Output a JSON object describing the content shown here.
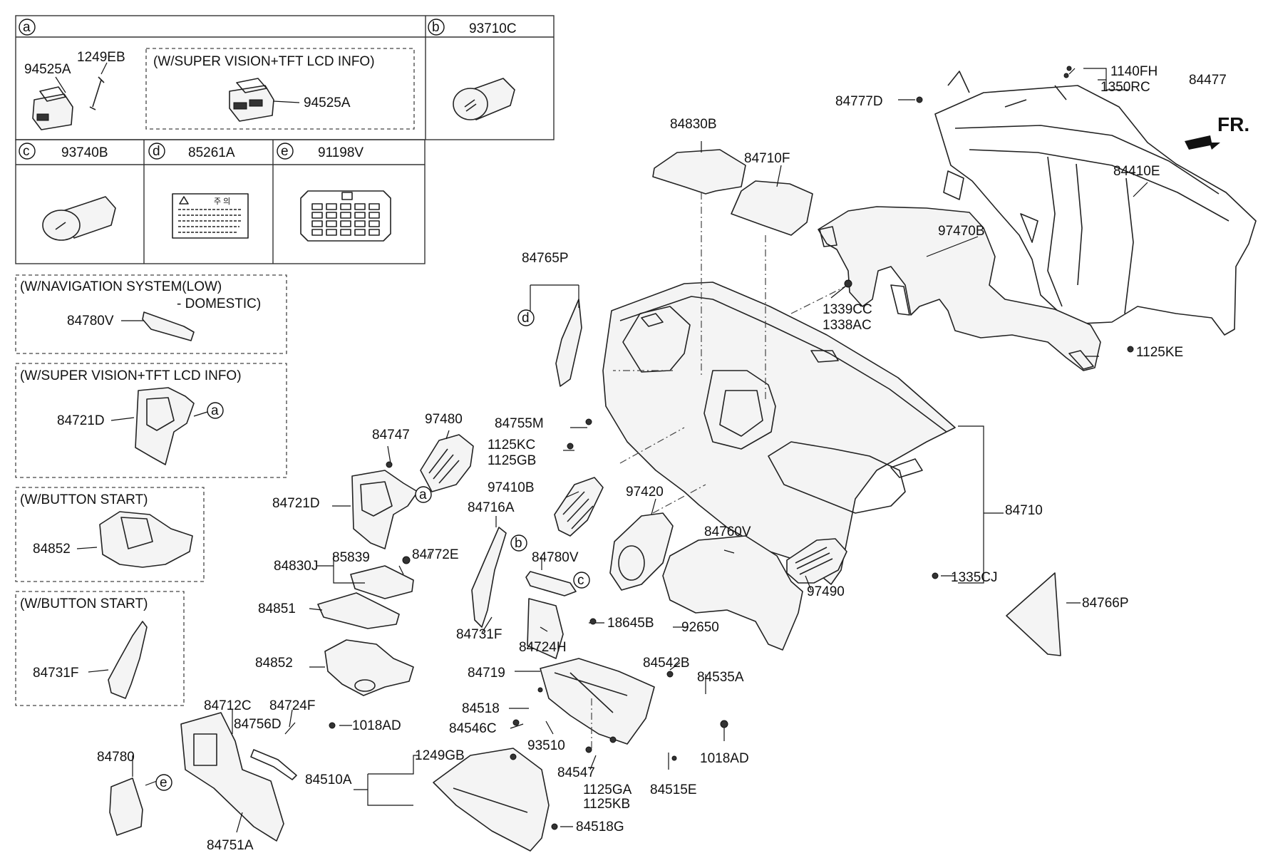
{
  "legend": {
    "a": "a",
    "b": "b",
    "c": "c",
    "d": "d",
    "e": "e",
    "b_part": "93710C",
    "c_part": "93740B",
    "d_part": "85261A",
    "e_part": "91198V",
    "a_1249eb": "1249EB",
    "a_94525a_left": "94525A",
    "a_94525a_right": "94525A",
    "a_option": "(W/SUPER VISION+TFT LCD INFO)"
  },
  "variants": {
    "nav_title_1": "(W/NAVIGATION SYSTEM(LOW)",
    "nav_title_2": "- DOMESTIC)",
    "nav_part": "84780V",
    "sv_title": "(W/SUPER VISION+TFT LCD INFO)",
    "sv_part": "84721D",
    "sv_ref": "a",
    "bs1_title": "(W/BUTTON START)",
    "bs1_part": "84852",
    "bs2_title": "(W/BUTTON START)",
    "bs2_part": "84731F"
  },
  "front_marker": "FR.",
  "callouts": [
    {
      "id": "84777D",
      "text": "84777D"
    },
    {
      "id": "1140FH",
      "text": "1140FH"
    },
    {
      "id": "1350RC",
      "text": "1350RC"
    },
    {
      "id": "84477",
      "text": "84477"
    },
    {
      "id": "84830B",
      "text": "84830B"
    },
    {
      "id": "84710F",
      "text": "84710F"
    },
    {
      "id": "84410E",
      "text": "84410E"
    },
    {
      "id": "97470B",
      "text": "97470B"
    },
    {
      "id": "1339CC",
      "text": "1339CC"
    },
    {
      "id": "1338AC",
      "text": "1338AC"
    },
    {
      "id": "1125KE",
      "text": "1125KE"
    },
    {
      "id": "84765P",
      "text": "84765P"
    },
    {
      "id": "84755M",
      "text": "84755M"
    },
    {
      "id": "1125KC",
      "text": "1125KC"
    },
    {
      "id": "1125GB",
      "text": "1125GB"
    },
    {
      "id": "84747",
      "text": "84747"
    },
    {
      "id": "97480",
      "text": "97480"
    },
    {
      "id": "84721D",
      "text": "84721D"
    },
    {
      "id": "97410B",
      "text": "97410B"
    },
    {
      "id": "97420",
      "text": "97420"
    },
    {
      "id": "84716A",
      "text": "84716A"
    },
    {
      "id": "84710",
      "text": "84710"
    },
    {
      "id": "85839",
      "text": "85839"
    },
    {
      "id": "84830J",
      "text": "84830J"
    },
    {
      "id": "84772E",
      "text": "84772E"
    },
    {
      "id": "84760V",
      "text": "84760V"
    },
    {
      "id": "84780V",
      "text": "84780V"
    },
    {
      "id": "1335CJ",
      "text": "1335CJ"
    },
    {
      "id": "97490",
      "text": "97490"
    },
    {
      "id": "84851",
      "text": "84851"
    },
    {
      "id": "18645B",
      "text": "18645B"
    },
    {
      "id": "92650",
      "text": "92650"
    },
    {
      "id": "84766P",
      "text": "84766P"
    },
    {
      "id": "84731F",
      "text": "84731F"
    },
    {
      "id": "84724H",
      "text": "84724H"
    },
    {
      "id": "84852",
      "text": "84852"
    },
    {
      "id": "84542B",
      "text": "84542B"
    },
    {
      "id": "84719",
      "text": "84719"
    },
    {
      "id": "84535A",
      "text": "84535A"
    },
    {
      "id": "84518",
      "text": "84518"
    },
    {
      "id": "84546C",
      "text": "84546C"
    },
    {
      "id": "84712C",
      "text": "84712C"
    },
    {
      "id": "84724F",
      "text": "84724F"
    },
    {
      "id": "84756D",
      "text": "84756D"
    },
    {
      "id": "1018AD_left",
      "text": "1018AD"
    },
    {
      "id": "93510",
      "text": "93510"
    },
    {
      "id": "1018AD_right",
      "text": "1018AD"
    },
    {
      "id": "84780",
      "text": "84780"
    },
    {
      "id": "1249GB",
      "text": "1249GB"
    },
    {
      "id": "84510A",
      "text": "84510A"
    },
    {
      "id": "84547",
      "text": "84547"
    },
    {
      "id": "1125GA",
      "text": "1125GA"
    },
    {
      "id": "1125KB",
      "text": "1125KB"
    },
    {
      "id": "84515E",
      "text": "84515E"
    },
    {
      "id": "84751A",
      "text": "84751A"
    },
    {
      "id": "84518G",
      "text": "84518G"
    }
  ],
  "ref_circles": {
    "d": "d",
    "a": "a",
    "b": "b",
    "c": "c",
    "e": "e"
  },
  "warning_label": {
    "title": "주 의"
  }
}
